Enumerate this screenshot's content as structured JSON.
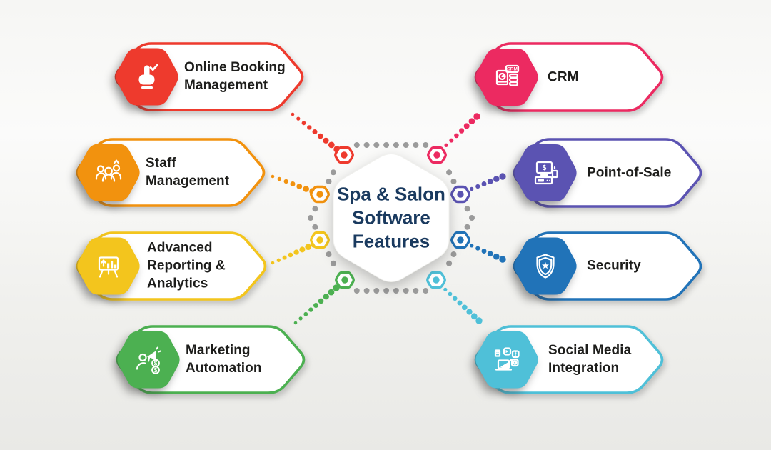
{
  "diagram": {
    "title": {
      "text": "Spa & Salon\nSoftware\nFeatures",
      "color": "#1a3a5f"
    },
    "label_color": "#1d1d1b",
    "ring_dot_color": "#9b9b9b",
    "features": [
      {
        "id": "online-booking-management",
        "label": "Online Booking\nManagement",
        "color": "#ee3a2d",
        "icon": "hand-click-icon"
      },
      {
        "id": "staff-management",
        "label": "Staff\nManagement",
        "color": "#f2920e",
        "icon": "team-icon"
      },
      {
        "id": "advanced-reporting-analytics",
        "label": "Advanced\nReporting &\nAnalytics",
        "color": "#f3c51d",
        "icon": "presentation-chart-icon"
      },
      {
        "id": "marketing-automation",
        "label": "Marketing\nAutomation",
        "color": "#4cb051",
        "icon": "megaphone-person-icon"
      },
      {
        "id": "crm",
        "label": "CRM",
        "color": "#ec2a61",
        "icon": "crm-document-icon"
      },
      {
        "id": "point-of-sale",
        "label": "Point-of-Sale",
        "color": "#5b53b2",
        "icon": "pos-terminal-icon"
      },
      {
        "id": "security",
        "label": "Security",
        "color": "#2173b8",
        "icon": "shield-star-icon"
      },
      {
        "id": "social-media-integration",
        "label": "Social Media\nIntegration",
        "color": "#4fc0d8",
        "icon": "social-media-laptop-icon"
      }
    ]
  }
}
